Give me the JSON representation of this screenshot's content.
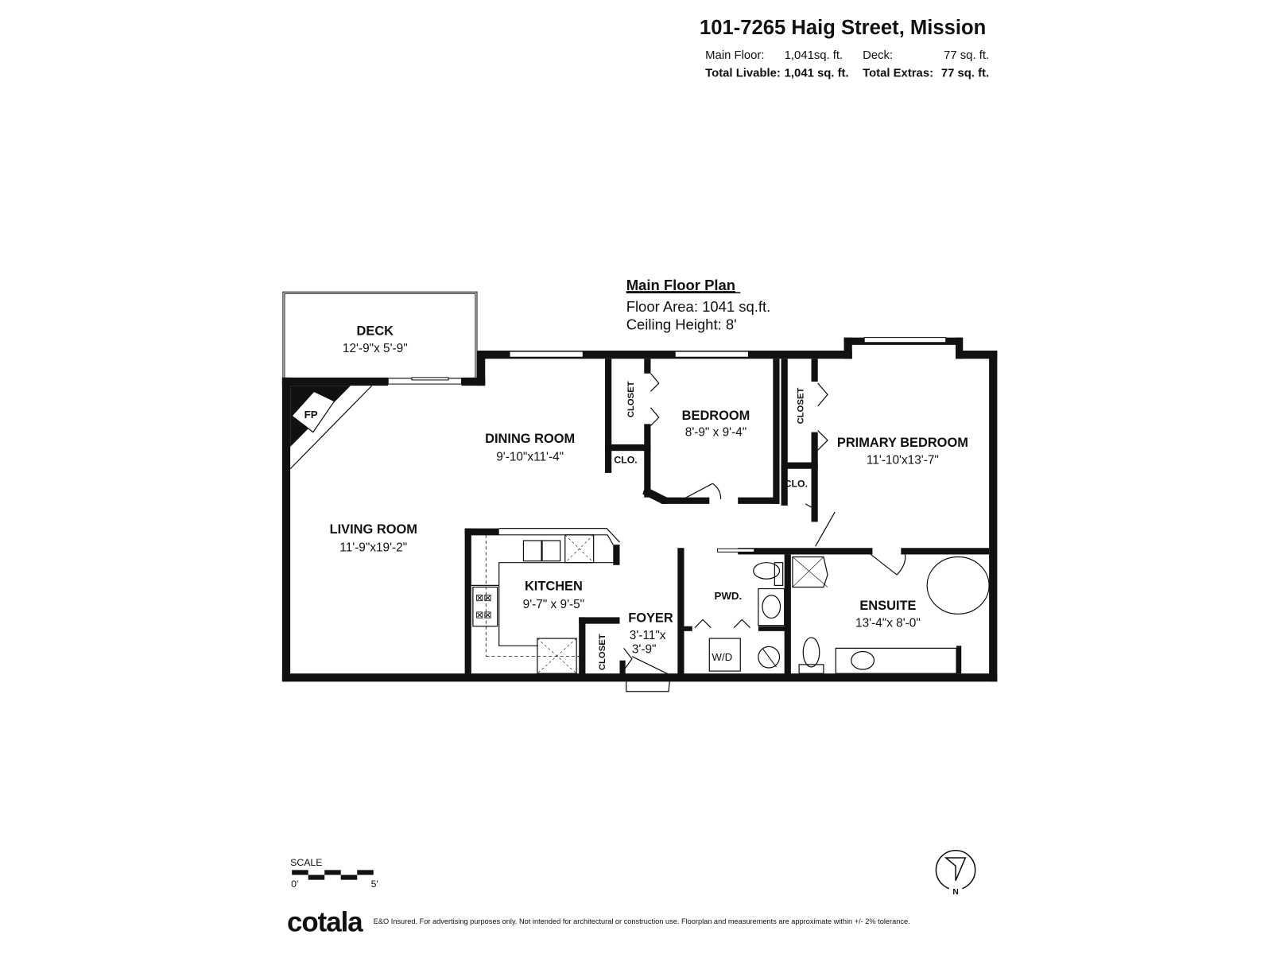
{
  "header": {
    "title": "101-7265 Haig Street, Mission",
    "main_floor_label": "Main Floor:",
    "main_floor_value": "1,041sq. ft.",
    "deck_label": "Deck:",
    "deck_value": "77 sq. ft.",
    "total_livable_label": "Total Livable:",
    "total_livable_value": "1,041 sq. ft.",
    "total_extras_label": "Total Extras:",
    "total_extras_value": "77 sq. ft."
  },
  "plan": {
    "title": "Main Floor Plan",
    "floor_area": "Floor Area: 1041 sq.ft.",
    "ceiling_height": "Ceiling Height: 8'"
  },
  "rooms": {
    "deck": {
      "name": "DECK",
      "dims": "12'-9\"x 5'-9\""
    },
    "dining": {
      "name": "DINING ROOM",
      "dims": "9'-10\"x11'-4\""
    },
    "bedroom": {
      "name": "BEDROOM",
      "dims": "8'-9\" x 9'-4\""
    },
    "primary": {
      "name": "PRIMARY BEDROOM",
      "dims": "11'-10'x13'-7\""
    },
    "living": {
      "name": "LIVING ROOM",
      "dims": "11'-9\"x19'-2\""
    },
    "kitchen": {
      "name": "KITCHEN",
      "dims": "9'-7\" x 9'-5\""
    },
    "foyer": {
      "name": "FOYER",
      "dims_1": "3'-11\"x",
      "dims_2": "3'-9\""
    },
    "powder": {
      "name": "PWD."
    },
    "ensuite": {
      "name": "ENSUITE",
      "dims": "13'-4\"x 8'-0\""
    }
  },
  "small_labels": {
    "closet": "CLOSET",
    "clo": "CLO.",
    "fireplace": "FP",
    "washer_dryer": "W/D"
  },
  "scale": {
    "label": "SCALE",
    "start": "0'",
    "end": "5'"
  },
  "compass": {
    "label": "N",
    "icon": "north-arrow-icon"
  },
  "footer": {
    "logo": "cotala",
    "disclaimer": "E&O Insured. For advertising purposes only. Not intended for architectural or construction use. Floorplan and measurements are approximate within +/- 2% tolerance."
  }
}
